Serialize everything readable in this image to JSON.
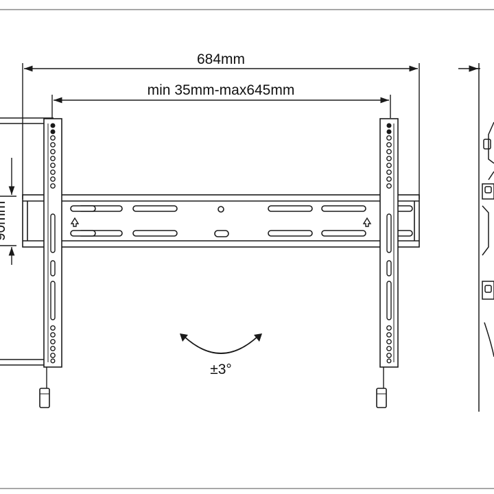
{
  "dimensions": {
    "overall_width": "684mm",
    "arm_spacing": "min 35mm-max645mm",
    "plate_height": "90mm",
    "tilt": "±3°"
  },
  "colors": {
    "line": "#1a1a1a",
    "background": "#ffffff",
    "frame": "#8a8a8a"
  }
}
